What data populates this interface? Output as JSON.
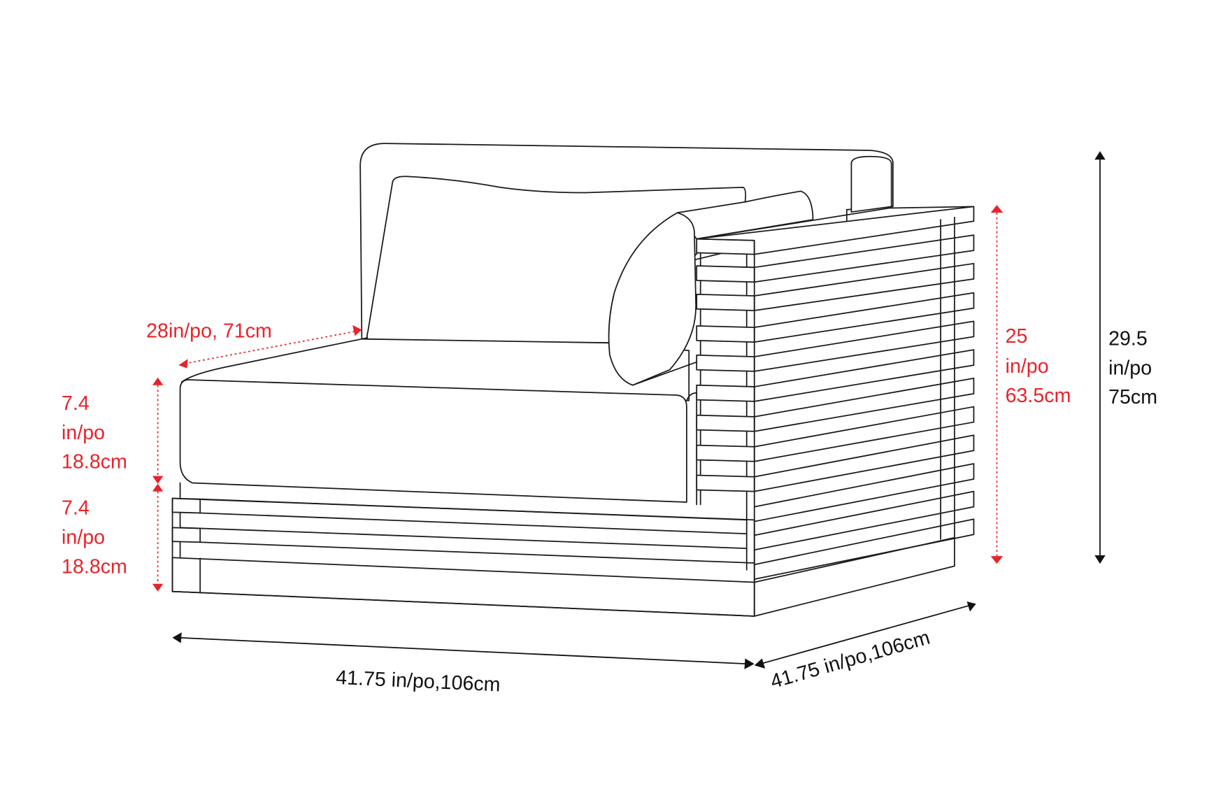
{
  "colors": {
    "dimension_red": "#e8232a",
    "dimension_black": "#111111",
    "line_art": "#1a1a1a",
    "background": "#ffffff"
  },
  "diagram": {
    "subject": "Slatted outdoor armchair / corner sofa module line drawing",
    "dimensions": {
      "seat_depth": {
        "text": "28in/po, 71cm",
        "style": "red-dotted"
      },
      "cushion_height": {
        "line1": "7.4",
        "line2": "in/po",
        "line3": "18.8cm",
        "style": "red-dotted"
      },
      "base_height": {
        "line1": "7.4",
        "line2": "in/po",
        "line3": "18.8cm",
        "style": "red-dotted"
      },
      "arm_height": {
        "line1": "25",
        "line2": "in/po",
        "line3": "63.5cm",
        "style": "red-dotted"
      },
      "total_height": {
        "line1": "29.5",
        "line2": "in/po",
        "line3": "75cm",
        "style": "black-solid"
      },
      "width": {
        "text": "41.75 in/po,106cm",
        "style": "black-solid"
      },
      "depth": {
        "text": "41.75 in/po,106cm",
        "style": "black-solid"
      }
    }
  }
}
